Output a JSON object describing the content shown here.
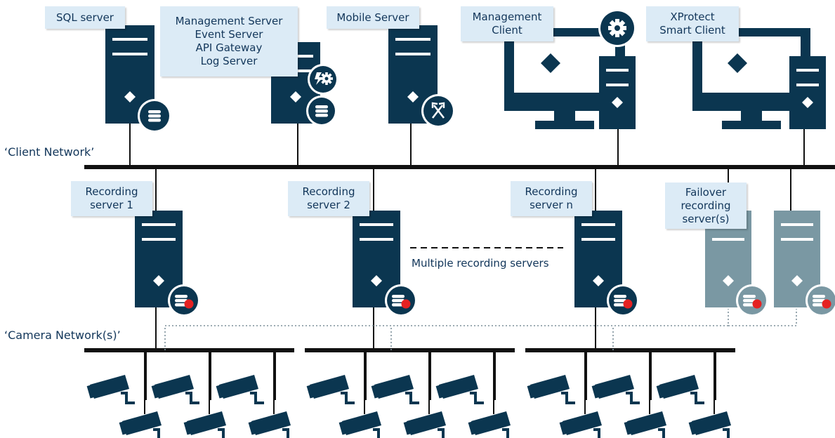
{
  "colors": {
    "dark": "#0b3650",
    "grey": "#7a98a3",
    "line": "#111111",
    "dot": "#7c8f9a",
    "red": "#e52222",
    "label_bg": "#dcebf6",
    "label_text": "#12365a"
  },
  "networks": {
    "client": "‘Client Network’",
    "camera": "‘Camera Network(s)’"
  },
  "labels": {
    "sql": [
      "SQL server"
    ],
    "mgmt_server": [
      "Management Server",
      "Event Server",
      "API Gateway",
      "Log Server"
    ],
    "mobile": [
      "Mobile Server"
    ],
    "mgmt_client": [
      "Management",
      "Client"
    ],
    "smart_client": [
      "XProtect",
      "Smart Client"
    ],
    "rec1": [
      "Recording",
      "server 1"
    ],
    "rec2": [
      "Recording",
      "server 2"
    ],
    "recn": [
      "Recording",
      "server n"
    ],
    "failover": [
      "Failover",
      "recording",
      "server(s)"
    ]
  },
  "multiple_recording_servers": "Multiple recording servers",
  "icons": {
    "sql": "database-icon",
    "mgmt_server": [
      "event-gear-icon",
      "database-icon"
    ],
    "mobile": "mobile-arrows-icon",
    "mgmt_client": "gear-icon",
    "recording": "recording-database-icon"
  },
  "cameras_per_segment": 6,
  "camera_segments": 3
}
